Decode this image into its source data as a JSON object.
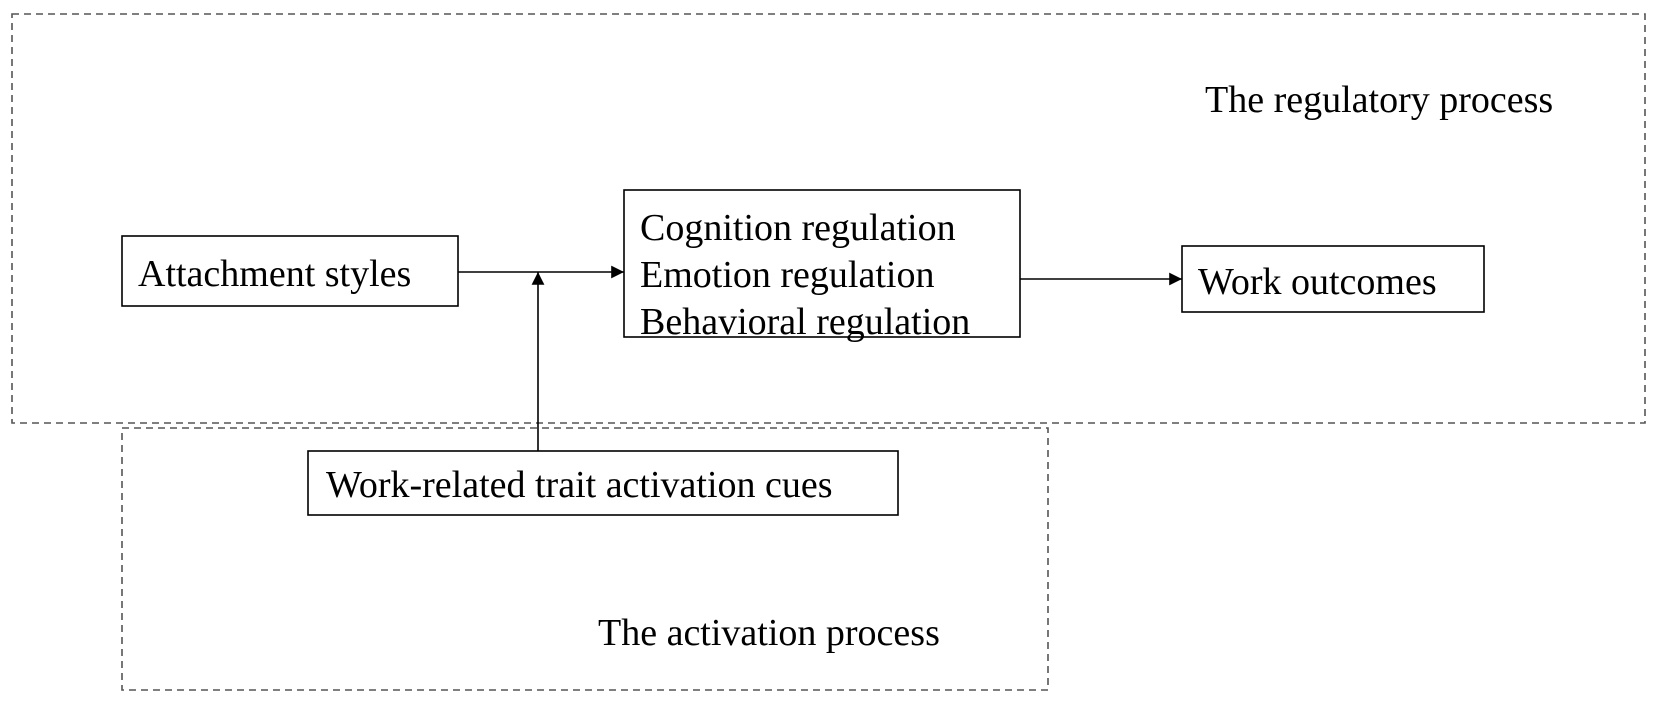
{
  "regions": {
    "regulatory": {
      "label": "The regulatory process"
    },
    "activation": {
      "label": "The activation process"
    }
  },
  "nodes": {
    "attachment": {
      "label": "Attachment styles"
    },
    "regulation": {
      "lines": [
        "Cognition regulation",
        "Emotion regulation",
        "Behavioral regulation"
      ]
    },
    "outcomes": {
      "label": "Work outcomes"
    },
    "cues": {
      "label": "Work-related trait activation cues"
    }
  },
  "colors": {
    "line": "#000000",
    "dashed_border": "#555555"
  }
}
